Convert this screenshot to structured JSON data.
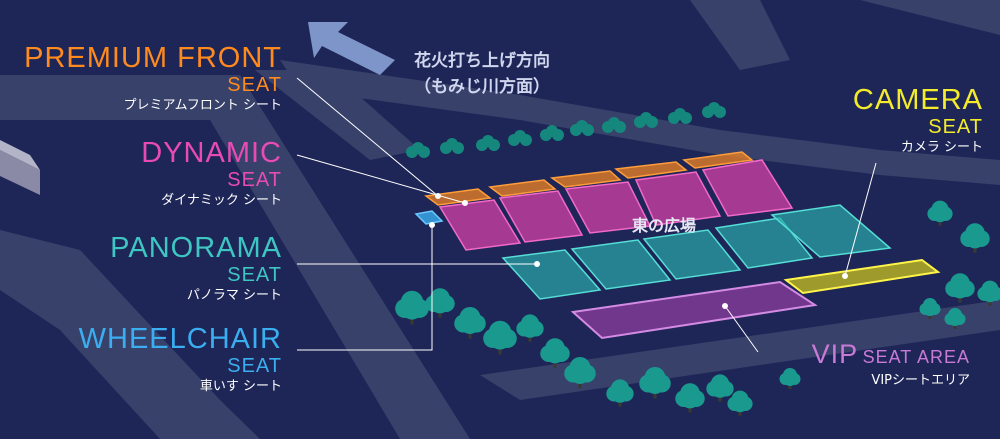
{
  "colors": {
    "background": "#1e2657",
    "road": "#37416a",
    "premium": "#ff8a1e",
    "dynamic": "#e84bb4",
    "panorama": "#3ec6c2",
    "wheelchair": "#3aaef0",
    "camera": "#f4ec2a",
    "vip": "#c97ad6",
    "tree": "#1a9a8e"
  },
  "fireworks": {
    "line1": "花火打ち上げ方向",
    "line2": "（もみじ川方面）",
    "arrow_icon": "direction-arrow-icon"
  },
  "plaza_label": "東の広場",
  "labels": {
    "premium": {
      "name": "PREMIUM FRONT",
      "seat": "SEAT",
      "jp": "プレミアムフロント シート"
    },
    "dynamic": {
      "name": "DYNAMIC",
      "seat": "SEAT",
      "jp": "ダイナミック シート"
    },
    "panorama": {
      "name": "PANORAMA",
      "seat": "SEAT",
      "jp": "パノラマ シート"
    },
    "wheelchair": {
      "name": "WHEELCHAIR",
      "seat": "SEAT",
      "jp": "車いす シート"
    },
    "camera": {
      "name": "CAMERA",
      "seat": "SEAT",
      "jp": "カメラ シート"
    },
    "vip": {
      "name": "VIP",
      "seat_area": "SEAT AREA",
      "jp": "VIPシートエリア"
    }
  }
}
